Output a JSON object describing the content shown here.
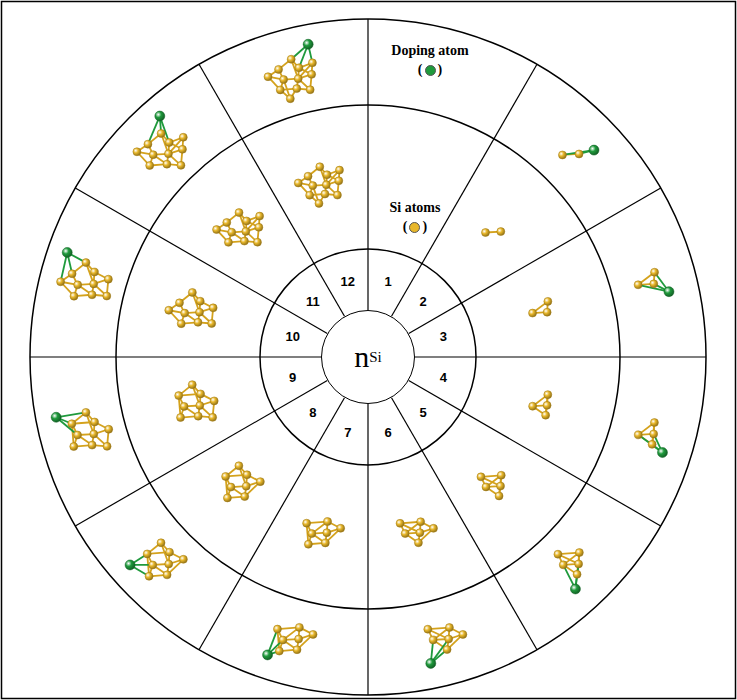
{
  "diagram": {
    "nodes": [
      {
        "text": [
          "n",
          "Si"
        ]
      }
    ],
    "labels": [
      "1",
      "2",
      "3",
      "4",
      "5",
      "6",
      "7",
      "8",
      "9",
      "10",
      "11",
      "12",
      "(",
      ")",
      "(",
      ")"
    ],
    "legend": [
      {
        "text": "Doping atom",
        "color": "#1f9a3c"
      },
      {
        "text": "Si atoms",
        "color": "#e8b72a"
      }
    ]
  }
}
